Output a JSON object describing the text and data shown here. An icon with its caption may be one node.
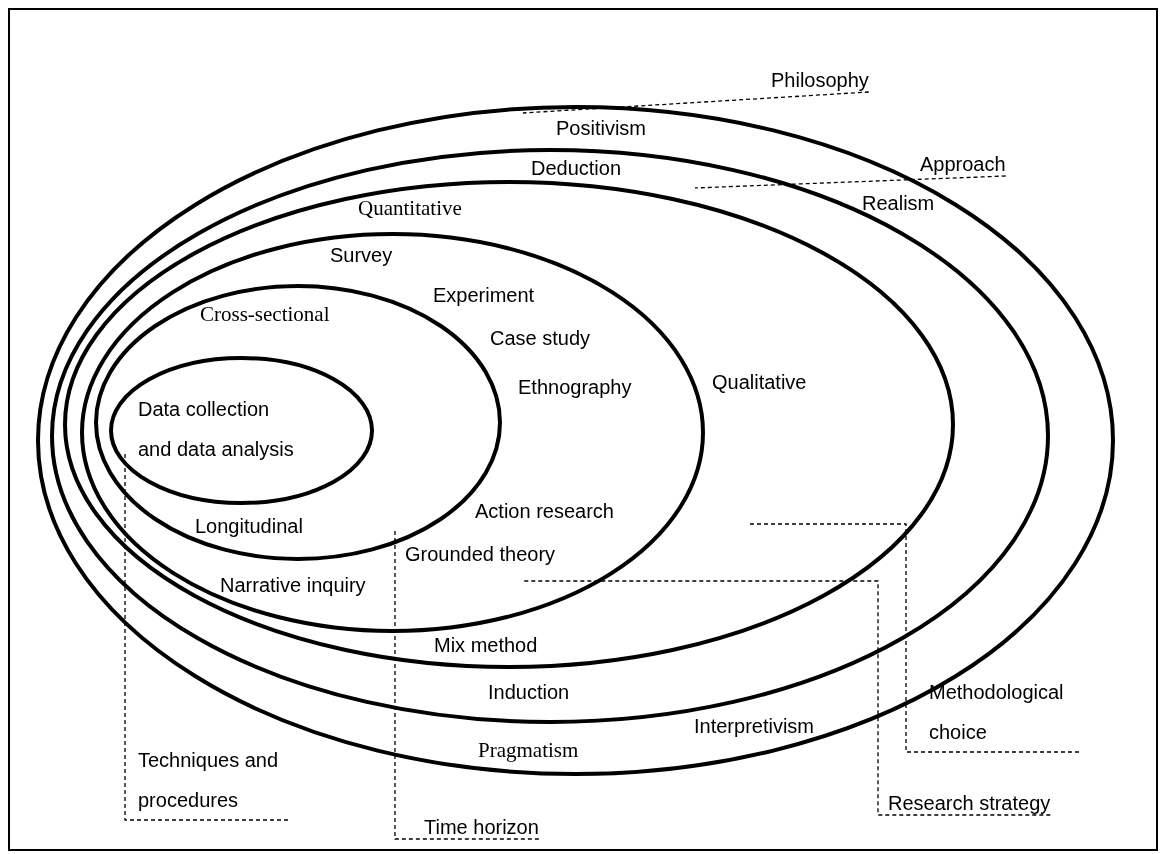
{
  "diagram": {
    "nodes": [
      {
        "text": [
          "Positivism",
          "Realism",
          "Interpretivism",
          "Pragmatism"
        ]
      },
      {
        "text": [
          "Deduction",
          "Induction"
        ],
        "in": 0
      },
      {
        "text": [
          "Quantitative",
          "Qualitative",
          "Mix method"
        ],
        "in": 1
      },
      {
        "text": [
          "Survey",
          "Experiment",
          "Case study",
          "Ethnography",
          "Action research",
          "Grounded theory",
          "Narrative inquiry"
        ],
        "in": 2
      },
      {
        "text": [
          "Cross-sectional",
          "Longitudinal"
        ],
        "in": 3
      },
      {
        "text": [
          "Data collection and data analysis"
        ],
        "in": 4
      },
      {
        "text": [
          "Philosophy"
        ]
      },
      {
        "text": [
          "Approach"
        ]
      },
      {
        "text": [
          "Methodological choice"
        ]
      },
      {
        "text": [
          "Research strategy"
        ]
      },
      {
        "text": [
          "Time horizon"
        ]
      },
      {
        "text": [
          "Techniques and procedures"
        ]
      }
    ],
    "edges": [
      {
        "from": 6,
        "to": 0,
        "arrow": "none",
        "style": "dashed"
      },
      {
        "from": 7,
        "to": 1,
        "arrow": "none",
        "style": "dashed"
      },
      {
        "from": 8,
        "to": 2,
        "arrow": "none",
        "style": "dashed"
      },
      {
        "from": 9,
        "to": 3,
        "arrow": "none",
        "style": "dashed"
      },
      {
        "from": 10,
        "to": 4,
        "arrow": "none",
        "style": "dashed"
      },
      {
        "from": 11,
        "to": 5,
        "arrow": "none",
        "style": "dashed"
      }
    ]
  }
}
